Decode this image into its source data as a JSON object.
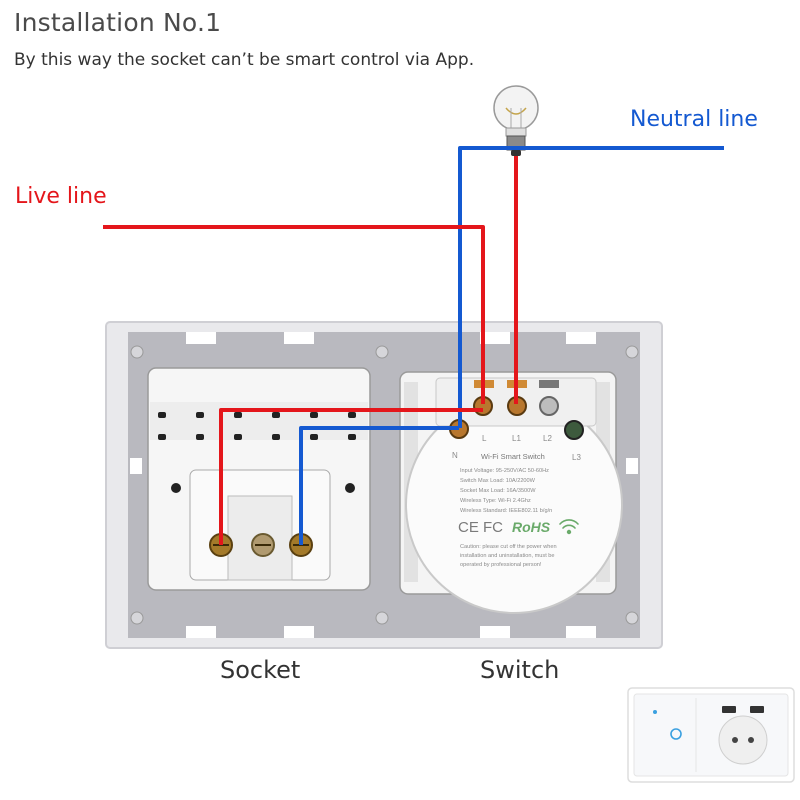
{
  "header": {
    "title": "Installation No.1",
    "subtitle": "By this way the socket can’t be smart control via App."
  },
  "labels": {
    "live_line": "Live line",
    "neutral_line": "Neutral line",
    "socket": "Socket",
    "switch": "Switch"
  },
  "module": {
    "terminals": [
      "N",
      "L",
      "L1",
      "L2",
      "L3"
    ],
    "name": "Wi-Fi Smart Switch",
    "specs": [
      "Input Voltage: 95-250V/AC 50-60Hz",
      "Switch Max Load: 10A/2200W",
      "Socket Max Load: 16A/3500W",
      "Wireless Type: Wi-Fi 2.4Ghz",
      "Wireless Standard: IEEE802.11 b/g/n"
    ],
    "certs": "CE FC",
    "rohs": "RoHS",
    "caution": [
      "Caution: please cut off the power when",
      "installation and uninstallation, must be",
      "operated by professional person!"
    ]
  },
  "colors": {
    "live": "#e4161b",
    "neutral": "#1459d1",
    "plate": "#b9b9bf",
    "title": "#4a4a4a"
  },
  "icons": {
    "bulb": "light-bulb-icon",
    "wifi": "wifi-icon"
  }
}
